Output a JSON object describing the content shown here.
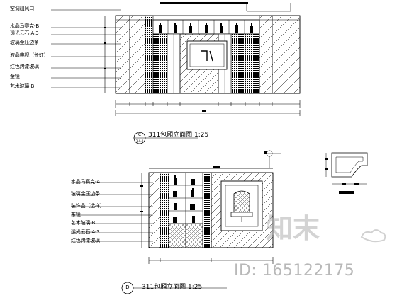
{
  "drawing_c": {
    "labels": [
      "空调出风口",
      "水晶马赛克-B",
      "透光云石-A-3",
      "玻璃金压边条",
      "液晶电视（长虹）",
      "红色烤漆玻璃",
      "金镜",
      "艺术玻璃-B"
    ],
    "marker": "C",
    "marker_sub": "3-0-0",
    "title": "311包厢立面图  1:25"
  },
  "drawing_d": {
    "labels": [
      "水晶马赛克-A",
      "玻璃金压边条",
      "装饰品（选样）",
      "茶镜",
      "艺术玻璃-B",
      "透光云石-A-3",
      "红色烤漆玻璃"
    ],
    "marker": "D",
    "title": "311包厢立面图  1:25"
  },
  "watermark": {
    "logo": "知末",
    "id": "ID: 165122175"
  }
}
